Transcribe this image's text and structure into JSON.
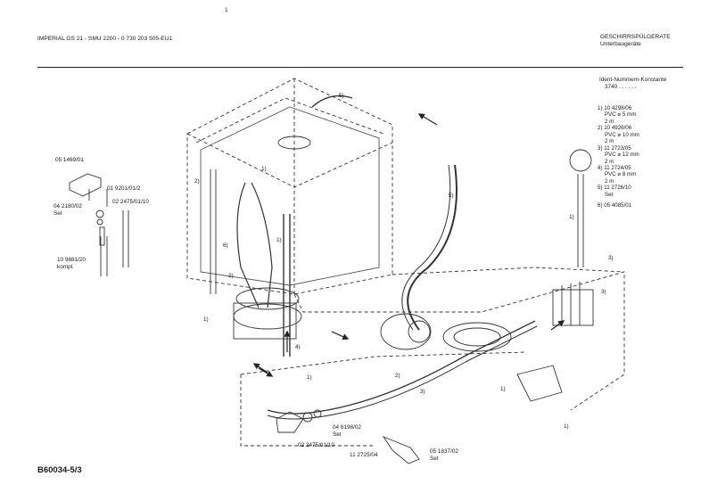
{
  "header": {
    "left": "IMPERIAL GS 21 - SMU 2200 - 0 730 203 505-EU1",
    "right_title": "GESCHIRRSPÜLGERATE",
    "right_sub": "Unterbaugeräte",
    "page_mark": "1"
  },
  "ident": {
    "label": "Ident-Nummern-Konstante",
    "value": "3740   . .   . . . ."
  },
  "legend": [
    {
      "num": "1) 10 4298/06",
      "lines": [
        "PVC ⌀ 5 mm",
        "2 m"
      ]
    },
    {
      "num": "2) 10 4926/06",
      "lines": [
        "PVC ⌀ 10 mm",
        "2 m"
      ]
    },
    {
      "num": "3) 11 2723/05",
      "lines": [
        "PVC ⌀ 12 mm",
        "2 m"
      ]
    },
    {
      "num": "4) 11 2724/05",
      "lines": [
        "PVC ⌀ 8 mm",
        "2 m"
      ]
    },
    {
      "num": "5) 11 2726/10",
      "lines": [
        "Set"
      ]
    },
    {
      "num": "6) 05 4085/01",
      "lines": []
    }
  ],
  "parts": {
    "p1": "05 1469/01",
    "p2": "01 9201/01/2",
    "p3": "04 2180/02",
    "p3b": "Set",
    "p4": "02 2475/01/10",
    "p5": "10 9681/20",
    "p5b": "kompl.",
    "p6": "04 6198/02",
    "p6b": "Set",
    "p7": "02 2475/01/10",
    "p8": "11 2725/04",
    "p9": "05 1837/02",
    "p9b": "Set"
  },
  "callouts": {
    "c1": "1)",
    "c2": "2)",
    "c3": "3)",
    "c4": "4)",
    "c5": "5)",
    "c6": "6)"
  },
  "footer": "B60034-5/3"
}
